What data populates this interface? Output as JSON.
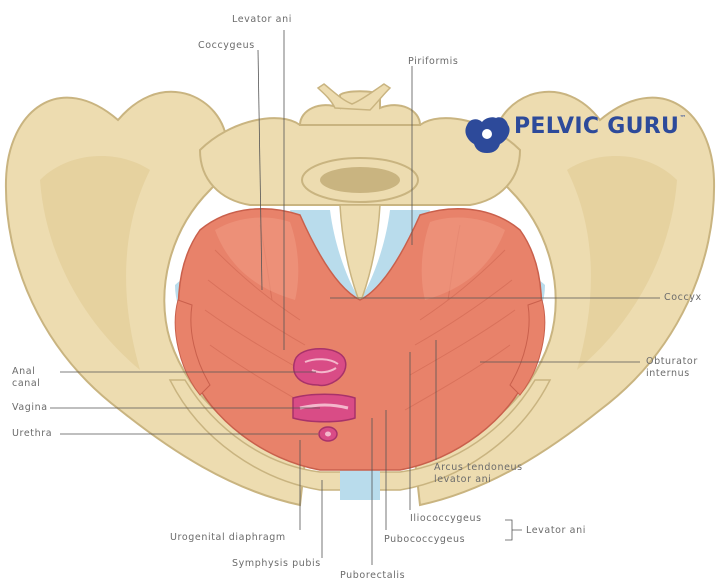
{
  "brand": {
    "name": "PELVIC GURU",
    "trademark": "™",
    "color": "#2d4a9a"
  },
  "colors": {
    "bone": "#eddcb0",
    "bone_shadow": "#c9b480",
    "muscle": "#e8826a",
    "muscle_light": "#f09a82",
    "fascia": "#b9dcec",
    "organ": "#d94c86",
    "leader": "#555555"
  },
  "labels": {
    "levator_ani_top": "Levator ani",
    "coccygeus": "Coccygeus",
    "piriformis": "Piriformis",
    "coccyx": "Coccyx",
    "obturator_internus": "Obturator\ninternus",
    "anal_canal": "Anal\ncanal",
    "vagina": "Vagina",
    "urethra": "Urethra",
    "arcus_tendineus": "Arcus tendoneus\nlevator ani",
    "iliococcygeus": "Iliococcygeus",
    "levator_ani_group": "Levator ani",
    "pubococcygeus": "Pubococcygeus",
    "urogenital_diaphragm": "Urogenital diaphragm",
    "symphysis_pubis": "Symphysis pubis",
    "puborectalis": "Puborectalis"
  }
}
